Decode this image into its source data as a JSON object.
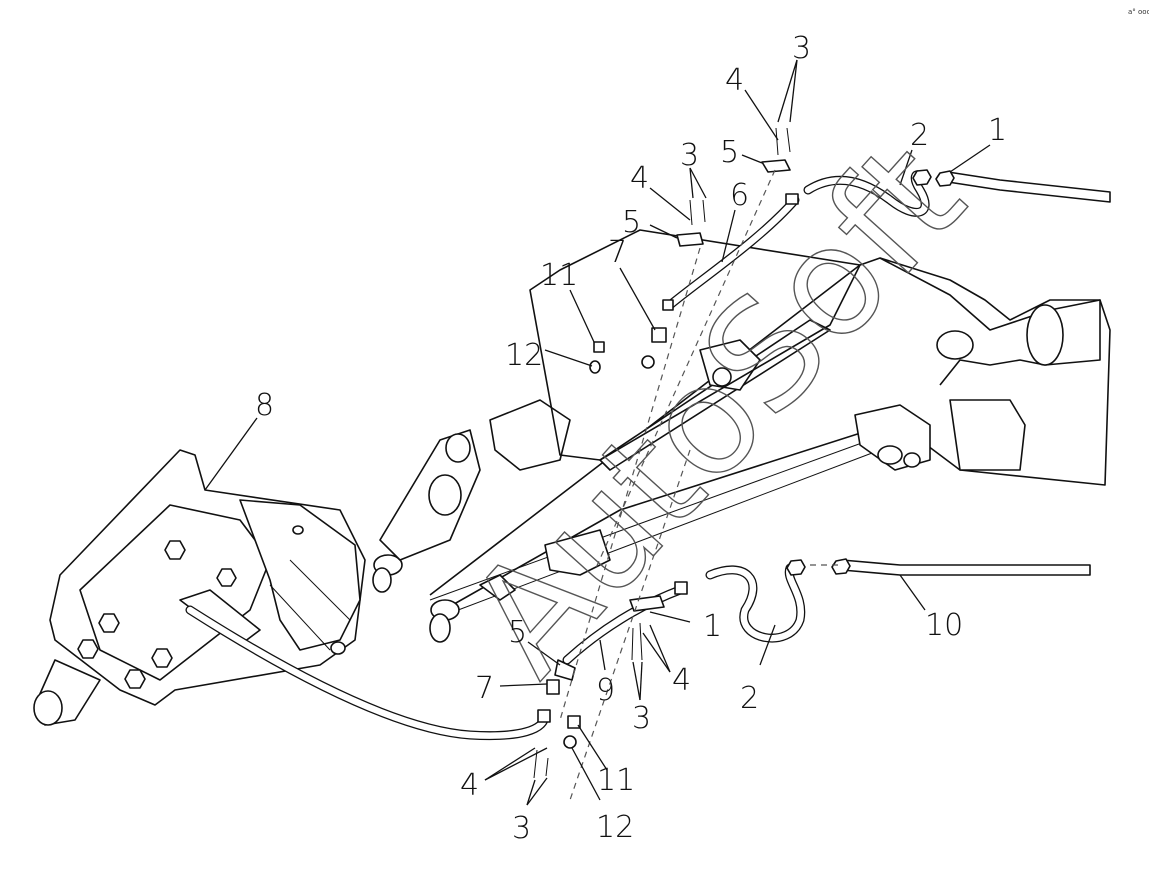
{
  "diagram": {
    "type": "exploded-parts-view",
    "watermark": "AutoSoft",
    "corner_mark": "a° ooo",
    "callouts": [
      {
        "id": "c1",
        "label": "1"
      },
      {
        "id": "c2",
        "label": "2"
      },
      {
        "id": "c3",
        "label": "3"
      },
      {
        "id": "c4",
        "label": "4"
      },
      {
        "id": "c5",
        "label": "5"
      },
      {
        "id": "c3b",
        "label": "3"
      },
      {
        "id": "c4b",
        "label": "4"
      },
      {
        "id": "c5b",
        "label": "5"
      },
      {
        "id": "c6",
        "label": "6"
      },
      {
        "id": "c7",
        "label": "7"
      },
      {
        "id": "c11",
        "label": "11"
      },
      {
        "id": "c12",
        "label": "12"
      },
      {
        "id": "c8",
        "label": "8"
      },
      {
        "id": "c5c",
        "label": "5"
      },
      {
        "id": "c7b",
        "label": "7"
      },
      {
        "id": "c9",
        "label": "9"
      },
      {
        "id": "c1b",
        "label": "1"
      },
      {
        "id": "c4c",
        "label": "4"
      },
      {
        "id": "c3c",
        "label": "3"
      },
      {
        "id": "c2b",
        "label": "2"
      },
      {
        "id": "c10",
        "label": "10"
      },
      {
        "id": "c11b",
        "label": "11"
      },
      {
        "id": "c12b",
        "label": "12"
      },
      {
        "id": "c4d",
        "label": "4"
      },
      {
        "id": "c3d",
        "label": "3"
      }
    ]
  }
}
